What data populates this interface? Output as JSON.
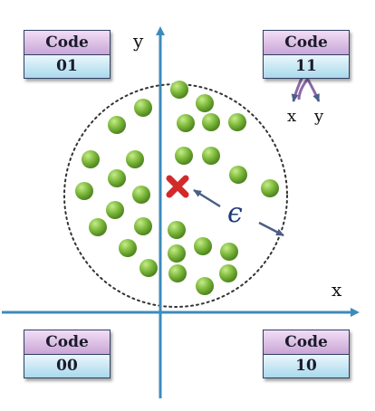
{
  "axis_labels": {
    "y": "y",
    "x": "x"
  },
  "codes": [
    {
      "label": "Code",
      "value": "01"
    },
    {
      "label": "Code",
      "value": "11"
    },
    {
      "label": "Code",
      "value": "00"
    },
    {
      "label": "Code",
      "value": "10"
    }
  ],
  "epsilon_label": "ϵ",
  "arrow_labels": {
    "x": "x",
    "y": "y"
  },
  "colors": {
    "axis": "#3d8bbd",
    "point": "#7cb83a",
    "center": "#d22a2a",
    "circle": "#333333",
    "arrow": "#4a5e86",
    "code_top": "#d9bde3",
    "code_bottom": "#bfe6f3"
  },
  "icons": {
    "center": "red-x-mark",
    "point": "green-sphere"
  }
}
